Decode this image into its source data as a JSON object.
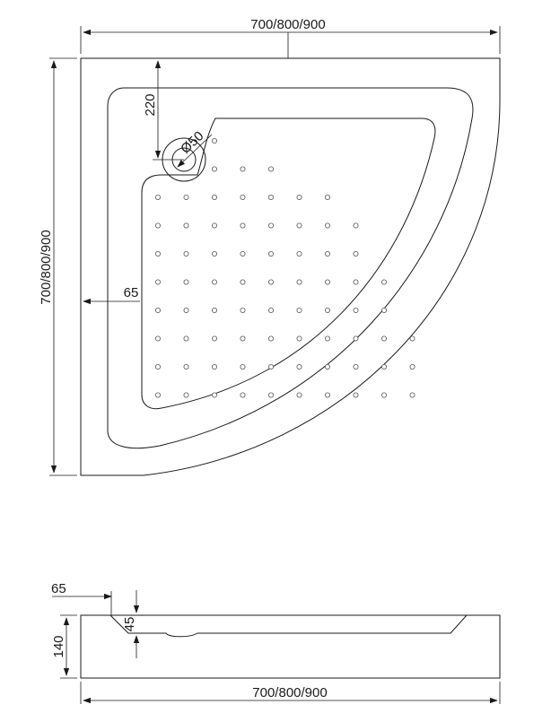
{
  "top_view": {
    "width_dim": "700/800/900",
    "height_dim": "700/800/900",
    "drain_offset_dim": "220",
    "drain_diameter_dim": "Ø50",
    "rim_width_dim": "65"
  },
  "side_view": {
    "rim_width_dim": "65",
    "depth_dim": "45",
    "height_dim": "140",
    "width_dim": "700/800/900"
  }
}
